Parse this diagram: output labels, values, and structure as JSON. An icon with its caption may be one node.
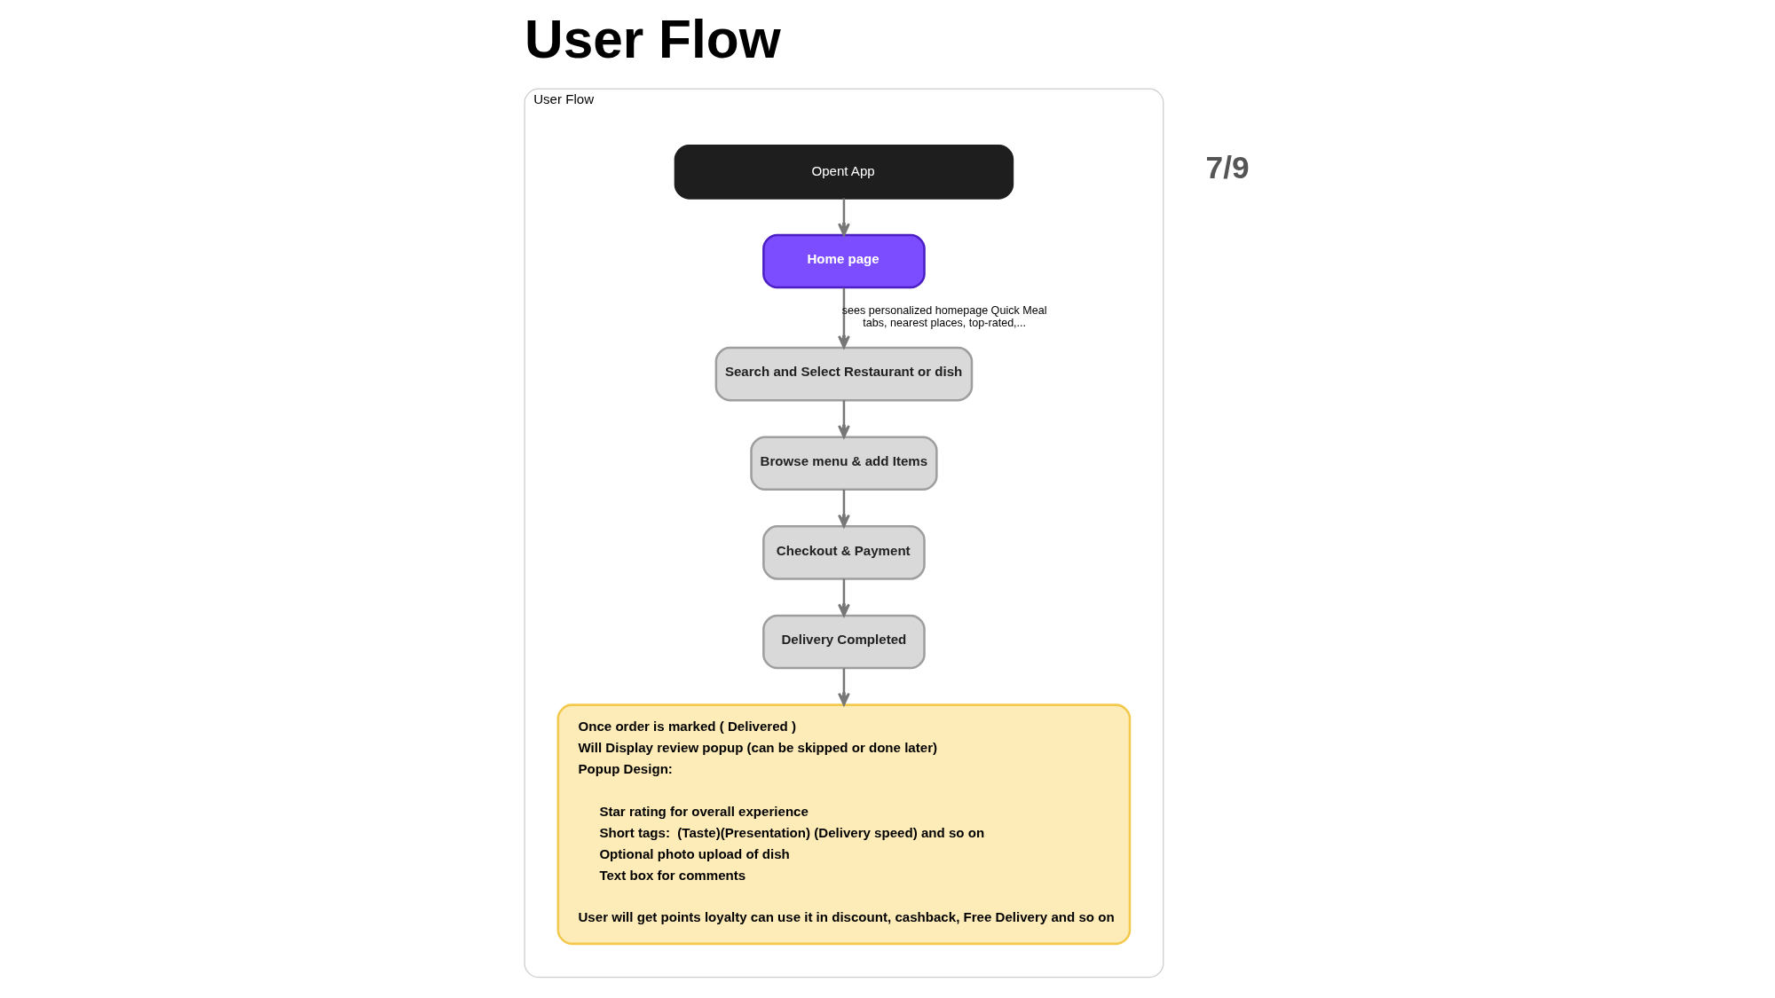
{
  "diagram": {
    "title": "User Flow",
    "nodes": [
      {
        "text": [
          "User Flow"
        ]
      },
      {
        "text": [
          "Opent App"
        ],
        "in": 0
      },
      {
        "text": [
          "Home page"
        ],
        "in": 0
      },
      {
        "text": [
          "Search and Select Restaurant or dish"
        ],
        "in": 0
      },
      {
        "text": [
          "Browse menu & add Items"
        ],
        "in": 0
      },
      {
        "text": [
          "Checkout & Payment"
        ],
        "in": 0
      },
      {
        "text": [
          "Delivery Completed"
        ],
        "in": 0
      },
      {
        "text": [
          "Once order is marked ( Delivered )",
          "Will Display review popup (can be skipped or done later)",
          "Popup Design:",
          "Star rating for overall experience",
          "Short tags:  (Taste)(Presentation) (Delivery speed) and so on",
          "Optional photo upload of dish",
          "Text box for comments",
          "User will get points loyalty can use it in discount, cashback, Free Delivery and so on"
        ],
        "in": 0
      }
    ],
    "edges": [
      {
        "from": 1,
        "to": 2,
        "arrow": "to"
      },
      {
        "from": 2,
        "to": 3,
        "arrow": "to",
        "label": "sees personalized homepage Quick Meal tabs, nearest places, top-rated,..."
      },
      {
        "from": 3,
        "to": 4,
        "arrow": "to"
      },
      {
        "from": 4,
        "to": 5,
        "arrow": "to"
      },
      {
        "from": 5,
        "to": 6,
        "arrow": "to"
      },
      {
        "from": 6,
        "to": 7,
        "arrow": "to"
      }
    ],
    "labels": [
      "7/9"
    ]
  }
}
